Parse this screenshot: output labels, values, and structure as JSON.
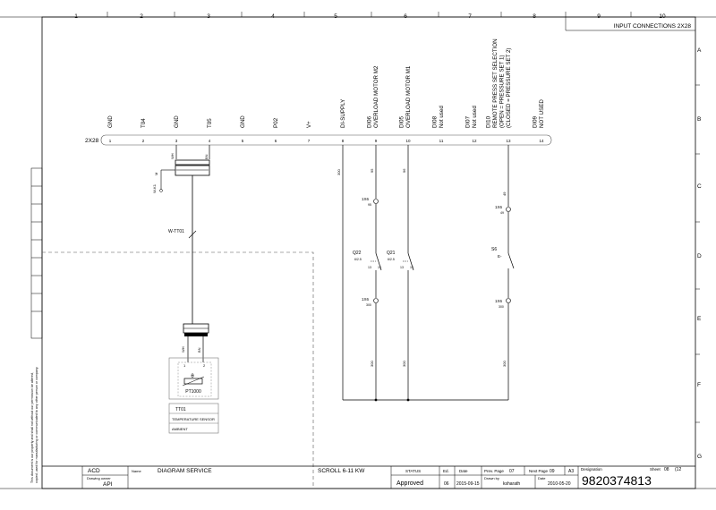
{
  "sheet": {
    "columns": [
      "1",
      "2",
      "3",
      "4",
      "5",
      "6",
      "7",
      "8",
      "9",
      "10"
    ],
    "rows": [
      "A",
      "B",
      "C",
      "D",
      "E",
      "F",
      "G"
    ],
    "corner_title": "INPUT CONNECTIONS 2X28",
    "side_note_1": "This document is our property and shall not without our permission be altered,",
    "side_note_2": "copied, used for manufacturing or communicated to any other person or company."
  },
  "terminal_block": {
    "name": "2X28",
    "terminals": [
      "1",
      "2",
      "3",
      "4",
      "5",
      "6",
      "7",
      "8",
      "9",
      "10",
      "11",
      "12",
      "13",
      "14"
    ]
  },
  "signals": [
    {
      "lines": [
        "GND"
      ]
    },
    {
      "lines": [
        "T04"
      ]
    },
    {
      "lines": [
        "GND"
      ]
    },
    {
      "lines": [
        "T05"
      ]
    },
    {
      "lines": [
        "GND"
      ]
    },
    {
      "lines": [
        "P02"
      ]
    },
    {
      "lines": [
        "V+"
      ]
    },
    {
      "lines": [
        "DI-SUPPLY"
      ]
    },
    {
      "lines": [
        "DI06",
        "OVERLOAD MOTOR M2"
      ]
    },
    {
      "lines": [
        "DI05",
        "OVERLOAD MOTOR M1"
      ]
    },
    {
      "lines": [
        "DI08",
        "Not used"
      ]
    },
    {
      "lines": [
        "DI07",
        "Not used"
      ]
    },
    {
      "lines": [
        "DI10",
        "REMOTE PRESS SET SELECTION",
        "(OPEN = PRESSURE SET 1)",
        "(CLOSED = PRESSURE SET 2)"
      ]
    },
    {
      "lines": [
        "DI09",
        "NOT USED"
      ]
    }
  ],
  "cable": {
    "label": "W-TT01",
    "wire_top_left": "WH",
    "wire_top_right": "BN",
    "wire_bottom_left": "WH",
    "wire_bottom_right": "BN",
    "shield": "M",
    "shield_ref": "W-K1"
  },
  "sensor": {
    "symbol": "θ",
    "pin_left": "1",
    "pin_right": "2",
    "element": "PT1000",
    "tag": "TT01",
    "desc_1": "TEMPERATURE SENSOR",
    "desc_2": "AMBIENT"
  },
  "wire_numbers": {
    "supply": "300",
    "di06": "95",
    "di05": "96",
    "di10": "49",
    "bottom_1": "300",
    "bottom_2": "300",
    "bottom_3": "300"
  },
  "components": {
    "tx_a": "1X6",
    "tx_a_pin": "95",
    "tx_b": "1X6",
    "tx_b_pin": "49",
    "q22": "Q22",
    "q22_ref": "6/2.5",
    "q21": "Q21",
    "q21_ref": "6/2.5",
    "q_pin_a": "13",
    "q_pin_b": "14",
    "s6": "S6",
    "s6_sym": "E-",
    "tx_c": "1X6",
    "tx_c_pin": "300",
    "tx_d": "1X6",
    "tx_d_pin": "300"
  },
  "title_block": {
    "company": "ACD",
    "name_label": "Name",
    "name": "DIAGRAM SERVICE",
    "product": "SCROLL 6-11 KW",
    "status_label": "STATUS",
    "status": "Approved",
    "ed_label": "Ed.",
    "ed": "06",
    "date_label": "Date",
    "date": "2015-09-15",
    "prev_page_label": "Prev. Page",
    "prev_page": "07",
    "next_page_label": "Next Page",
    "next_page": "09",
    "format": "A3",
    "drawn_by_label": "Drawn by",
    "drawn_by": "ksharath",
    "date2_label": "Date",
    "date2": "2010-05-20",
    "owner_label": "Drawing owner",
    "owner": "API",
    "designation_label": "Designation",
    "designation": "9820374813",
    "sheet_label": "Sheet",
    "sheet": "08",
    "sheet_total": "(12"
  }
}
